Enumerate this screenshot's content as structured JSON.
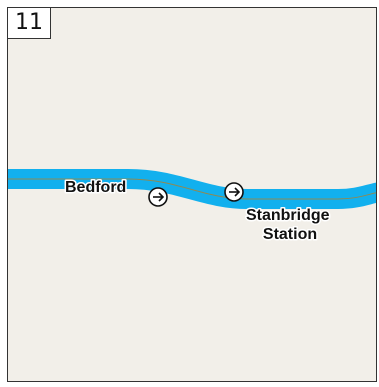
{
  "page_number": "11",
  "colors": {
    "land": "#f2efe9",
    "river": "#12b0ee",
    "path": "#8d8a55",
    "frame": "#333333",
    "label": "#111111",
    "halo": "#ffffff"
  },
  "places": [
    {
      "name": "Bedford",
      "lines": [
        "Bedford"
      ],
      "icon": "arrow-circle-icon"
    },
    {
      "name": "Stanbridge Station",
      "lines": [
        "Stanbridge",
        "Station"
      ],
      "icon": "arrow-circle-icon"
    }
  ]
}
